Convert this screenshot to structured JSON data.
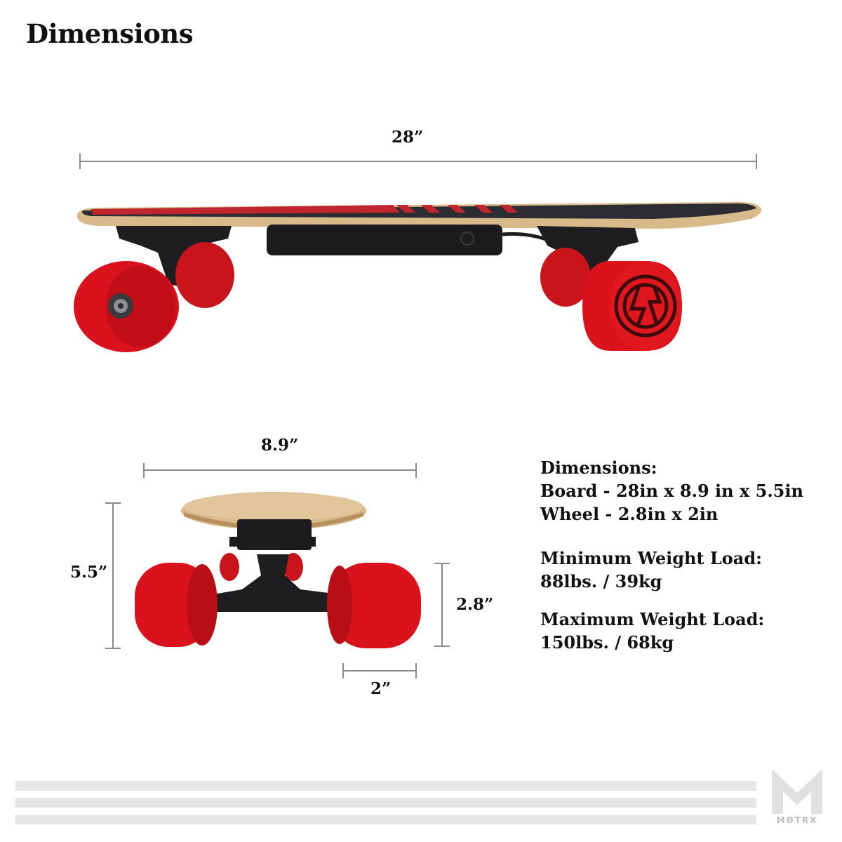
{
  "title": "Dimensions",
  "measurements": {
    "length": "28”",
    "width": "8.9”",
    "height": "5.5”",
    "wheel_height": "2.8”",
    "wheel_width": "2”"
  },
  "specs": {
    "dimensions_heading": "Dimensions:",
    "board": "Board - 28in x 8.9 in x 5.5in",
    "wheel": "Wheel - 2.8in x 2in",
    "min_heading": "Minimum Weight Load:",
    "min_value": "88lbs. / 39kg",
    "max_heading": "Maximum Weight Load:",
    "max_value": "150lbs. / 68kg"
  },
  "brand": {
    "logo_letter": "M",
    "logo_text": "MΘTRX"
  },
  "colors": {
    "wheel_red": "#d9121b",
    "grip_tape": "#2b2d33",
    "deck_wood": "#d8b98a",
    "dimension_line": "#8a8a8a",
    "stripes": "#e6e6e6"
  }
}
